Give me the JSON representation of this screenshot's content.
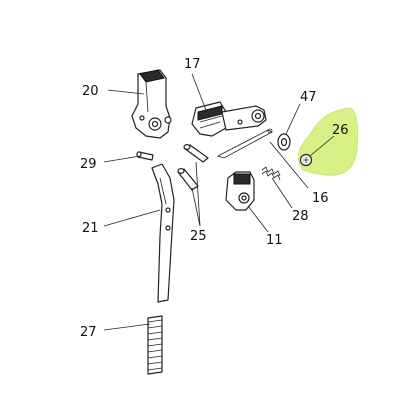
{
  "diagram": {
    "highlight_color": "#d4f07a",
    "labels": {
      "p20": "20",
      "p17": "17",
      "p47": "47",
      "p26": "26",
      "p29": "29",
      "p16": "16",
      "p28": "28",
      "p21": "21",
      "p25": "25",
      "p11": "11",
      "p27": "27"
    }
  }
}
